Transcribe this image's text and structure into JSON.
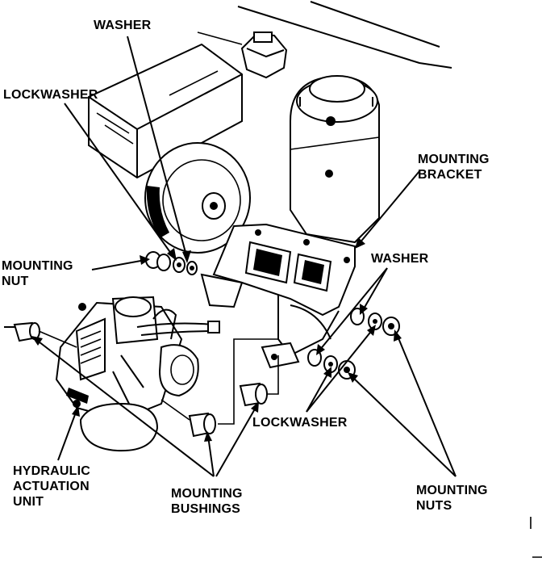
{
  "labels": {
    "washer_top": "WASHER",
    "lockwasher_top": "LOCKWASHER",
    "mounting_bracket": [
      "MOUNTING",
      "BRACKET"
    ],
    "mounting_nut": [
      "MOUNTING",
      "NUT"
    ],
    "washer_right": "WASHER",
    "lockwasher_bottom": "LOCKWASHER",
    "hydraulic_actuation_unit": [
      "HYDRAULIC",
      "ACTUATION",
      "UNIT"
    ],
    "mounting_bushings": [
      "MOUNTING",
      "BUSHINGS"
    ],
    "mounting_nuts": [
      "MOUNTING",
      "NUTS"
    ]
  }
}
